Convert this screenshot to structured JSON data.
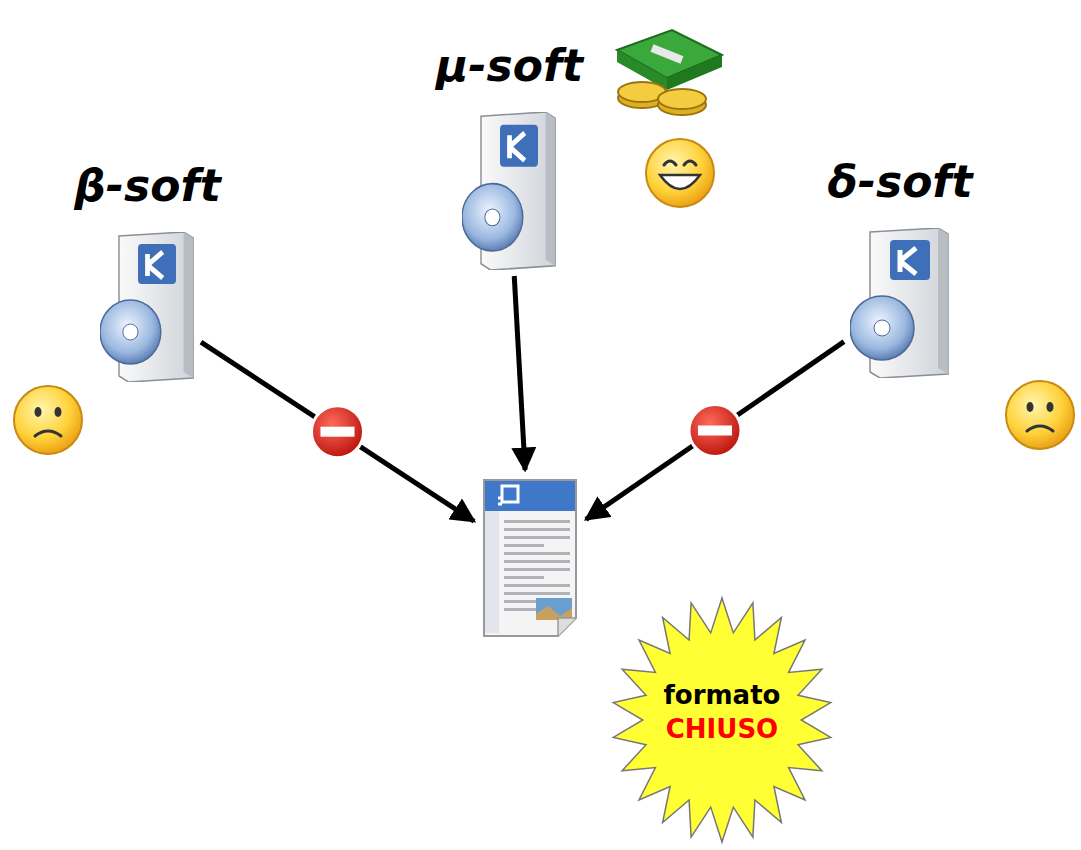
{
  "diagram": {
    "nodes": [
      {
        "text": [
          "β-soft"
        ]
      },
      {
        "text": [
          "μ-soft"
        ]
      },
      {
        "text": [
          "δ-soft"
        ]
      },
      {
        "text": [
          "formato",
          "CHIUSO"
        ]
      }
    ],
    "edges": [
      {
        "from": 0,
        "to": 3,
        "arrow": "to"
      },
      {
        "from": 1,
        "to": 3,
        "arrow": "to"
      },
      {
        "from": 2,
        "to": 3,
        "arrow": "to"
      }
    ]
  }
}
